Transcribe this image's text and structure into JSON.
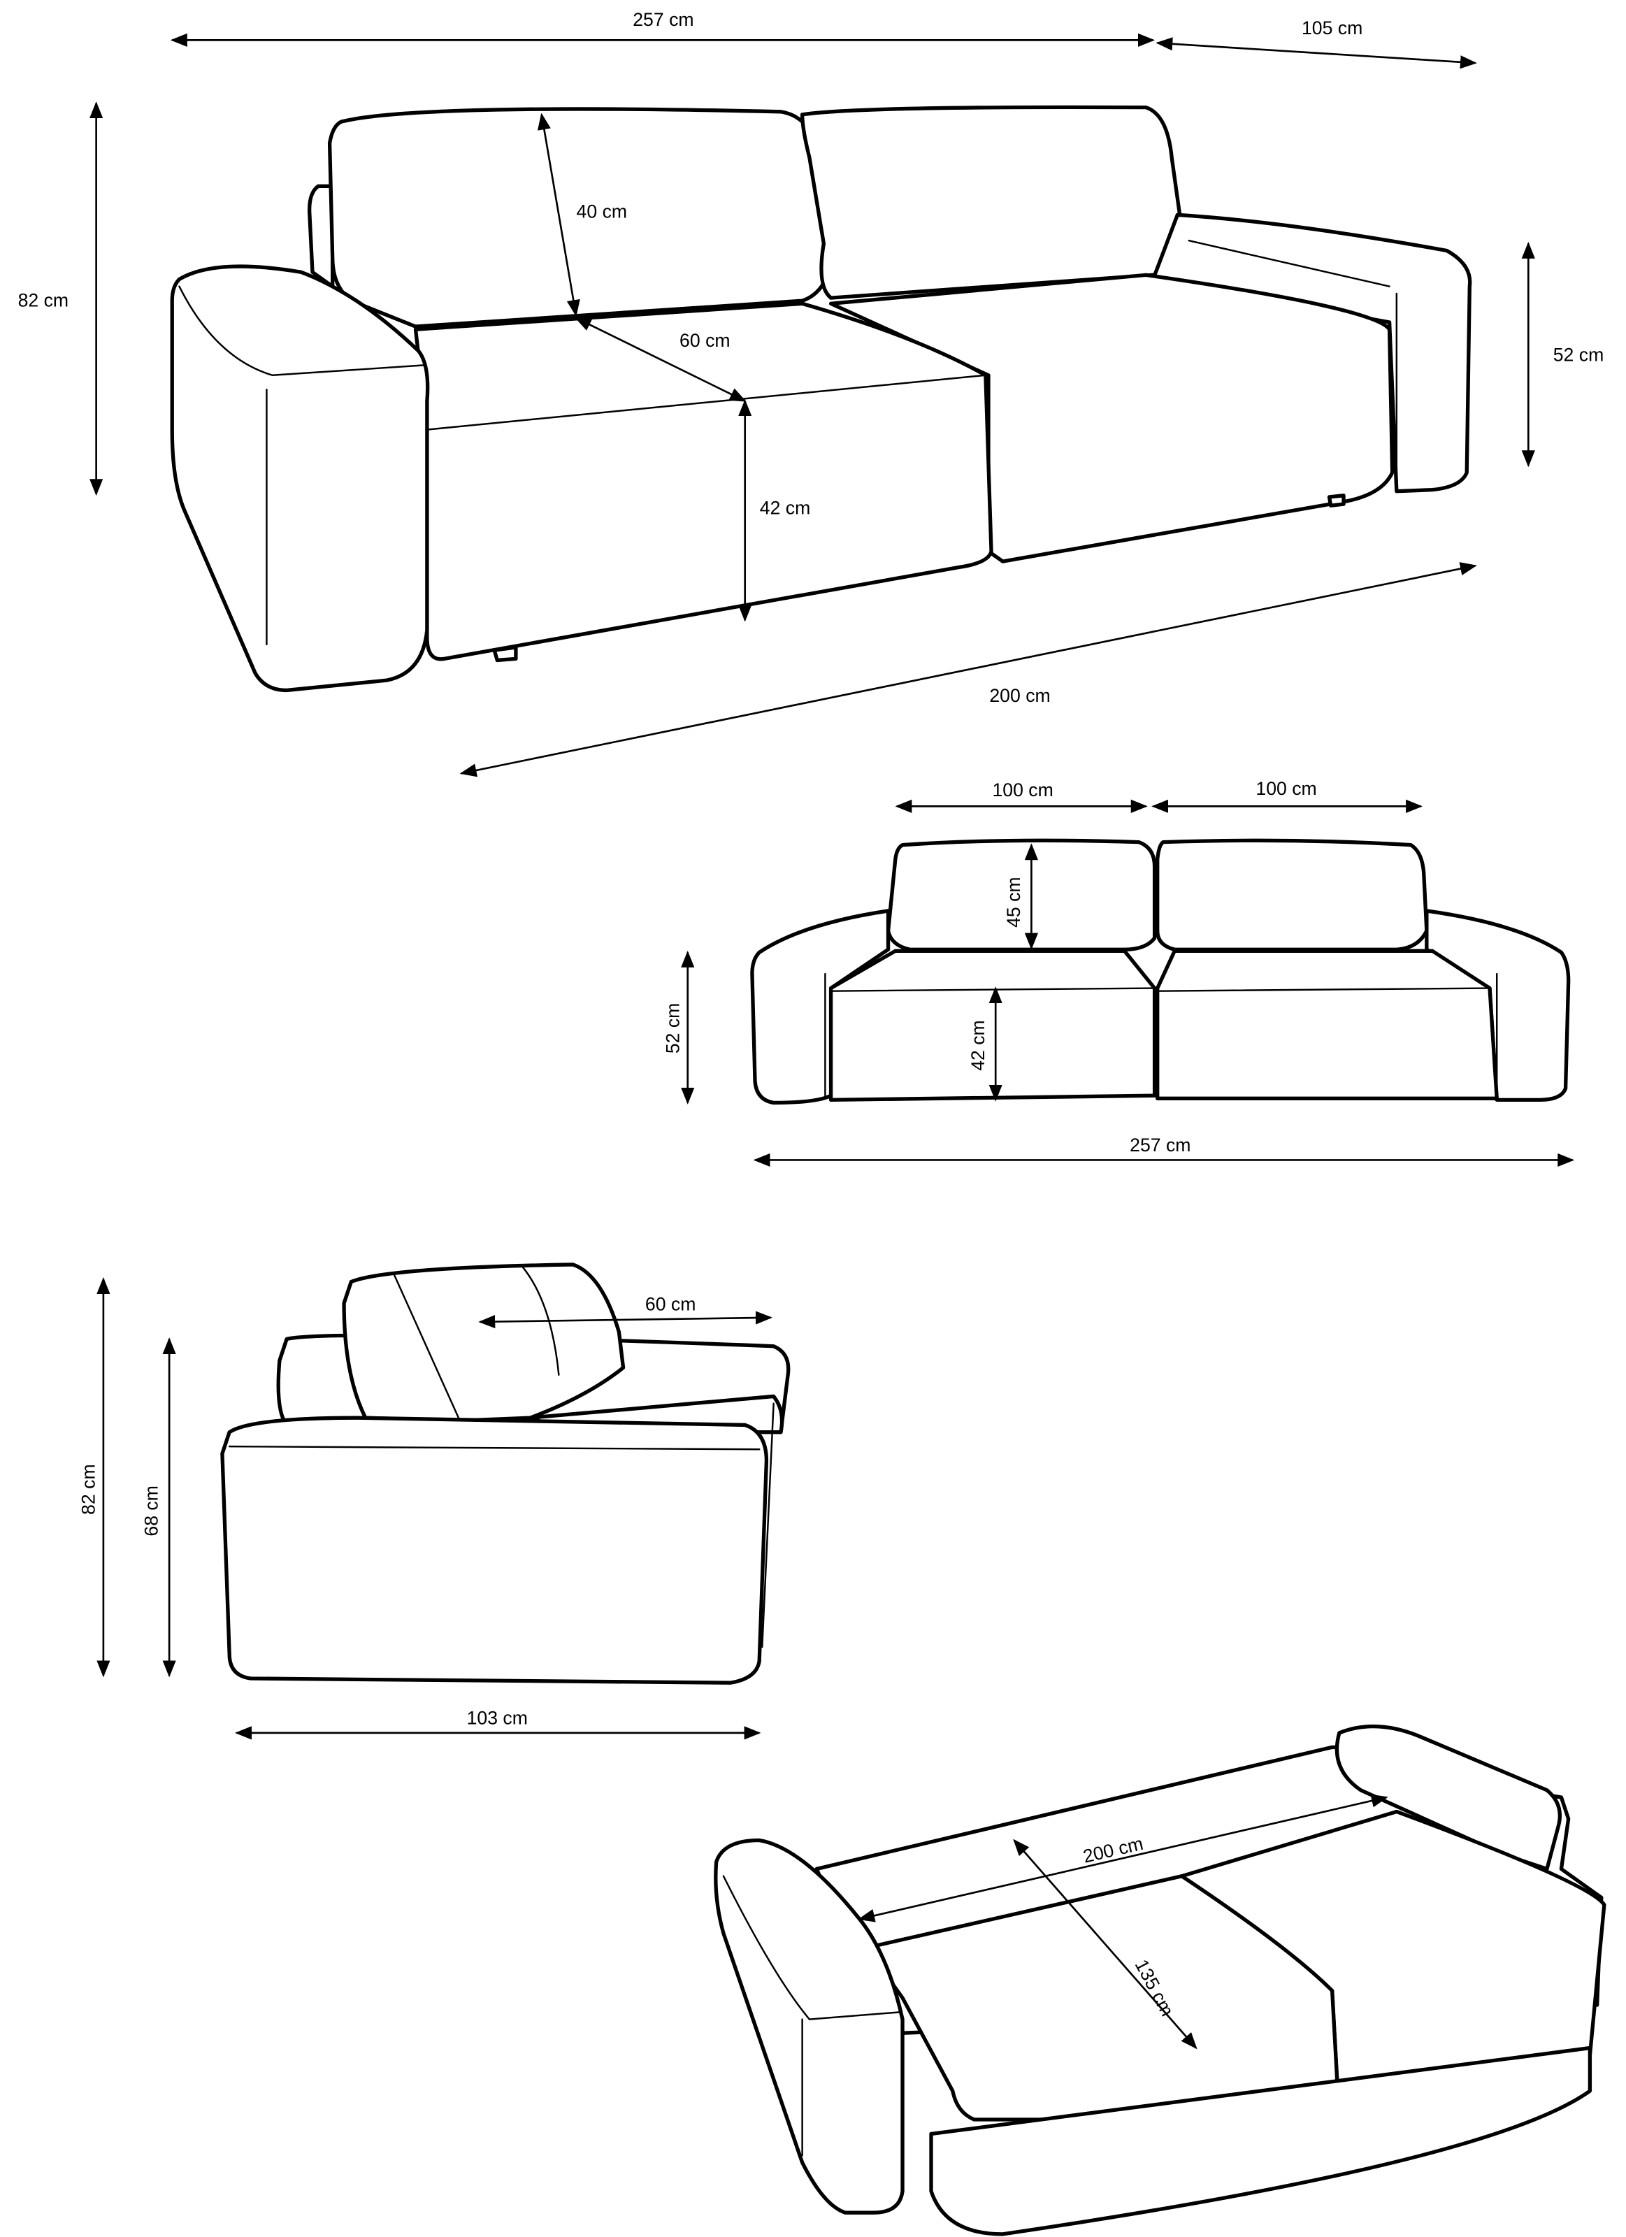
{
  "views": {
    "perspective": {
      "total_width": "257 cm",
      "depth": "105 cm",
      "total_height": "82 cm",
      "backrest_height": "40 cm",
      "seat_depth": "60 cm",
      "seat_height": "42 cm",
      "armrest_height": "52 cm",
      "seat_width": "200 cm"
    },
    "front": {
      "cushion_width_left": "100 cm",
      "cushion_width_right": "100 cm",
      "backrest_height": "45 cm",
      "armrest_height": "52 cm",
      "seat_height": "42 cm",
      "total_width": "257 cm"
    },
    "side": {
      "seat_depth": "60 cm",
      "total_height": "82 cm",
      "back_height": "68 cm",
      "total_depth": "103 cm"
    },
    "bed": {
      "sleeping_length": "200 cm",
      "sleeping_width": "135 cm"
    }
  }
}
